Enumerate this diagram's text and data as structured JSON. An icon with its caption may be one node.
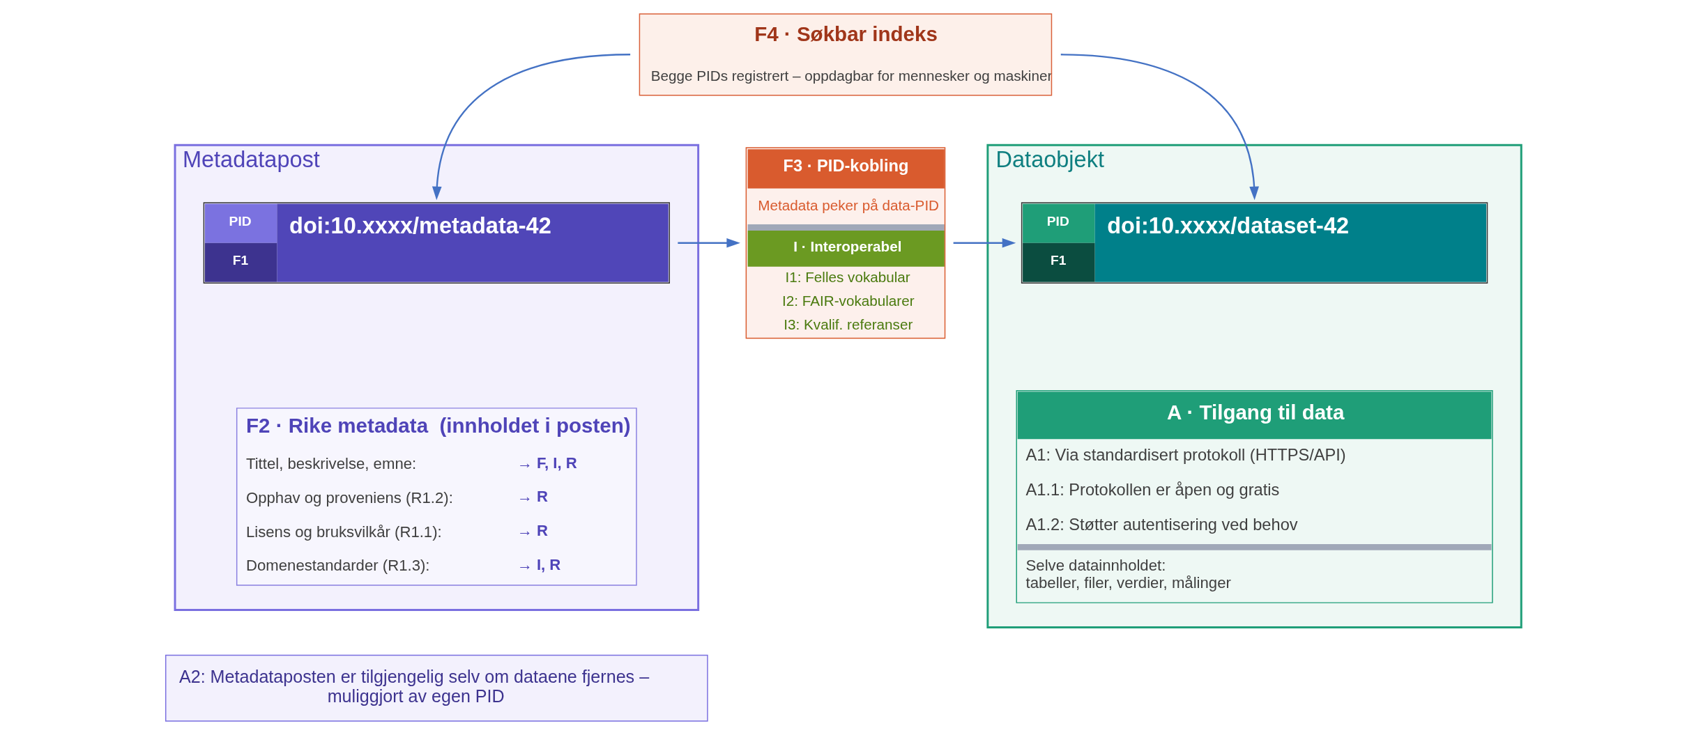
{
  "diagram": {
    "nodes": [
      {
        "text": [
          "F4 · Søkbar indeks",
          "Begge PIDs registrert – oppdagbar for mennesker og maskiner"
        ]
      },
      {
        "text": [
          "Metadatapost"
        ]
      },
      {
        "text": [
          "PID",
          "F1",
          "doi:10.xxxx/metadata-42"
        ],
        "in": 1
      },
      {
        "text": [
          "F2 · Rike metadata  (innholdet i posten)",
          "Tittel, beskrivelse, emne:",
          "→ F, I, R",
          "Opphav og proveniens (R1.2):",
          "→ R",
          "Lisens og bruksvilkår (R1.1):",
          "→ R",
          "Domenestandarder (R1.3):",
          "→ I, R"
        ],
        "in": 1
      },
      {
        "text": [
          "A2: Metadataposten er tilgjengelig selv om dataene fjernes – muliggjort av egen PID"
        ]
      },
      {
        "text": [
          "F3 · PID-kobling",
          "Metadata peker på data-PID",
          "I · Interoperabel",
          "I1: Felles vokabular",
          "I2: FAIR-vokabularer",
          "I3: Kvalif. referanser"
        ]
      },
      {
        "text": [
          "Dataobjekt"
        ]
      },
      {
        "text": [
          "PID",
          "F1",
          "doi:10.xxxx/dataset-42"
        ],
        "in": 6
      },
      {
        "text": [
          "A · Tilgang til data",
          "A1: Via standardisert protokoll (HTTPS/API)",
          "A1.1: Protokollen er åpen og gratis",
          "A1.2: Støtter autentisering ved behov",
          "Selve datainnholdet: tabeller, filer, verdier, målinger"
        ],
        "in": 6
      }
    ],
    "edges": [
      {
        "from": 0,
        "to": 2,
        "arrow": "to"
      },
      {
        "from": 0,
        "to": 7,
        "arrow": "to"
      },
      {
        "from": 2,
        "to": 5,
        "arrow": "to"
      },
      {
        "from": 5,
        "to": 7,
        "arrow": "to"
      }
    ]
  }
}
